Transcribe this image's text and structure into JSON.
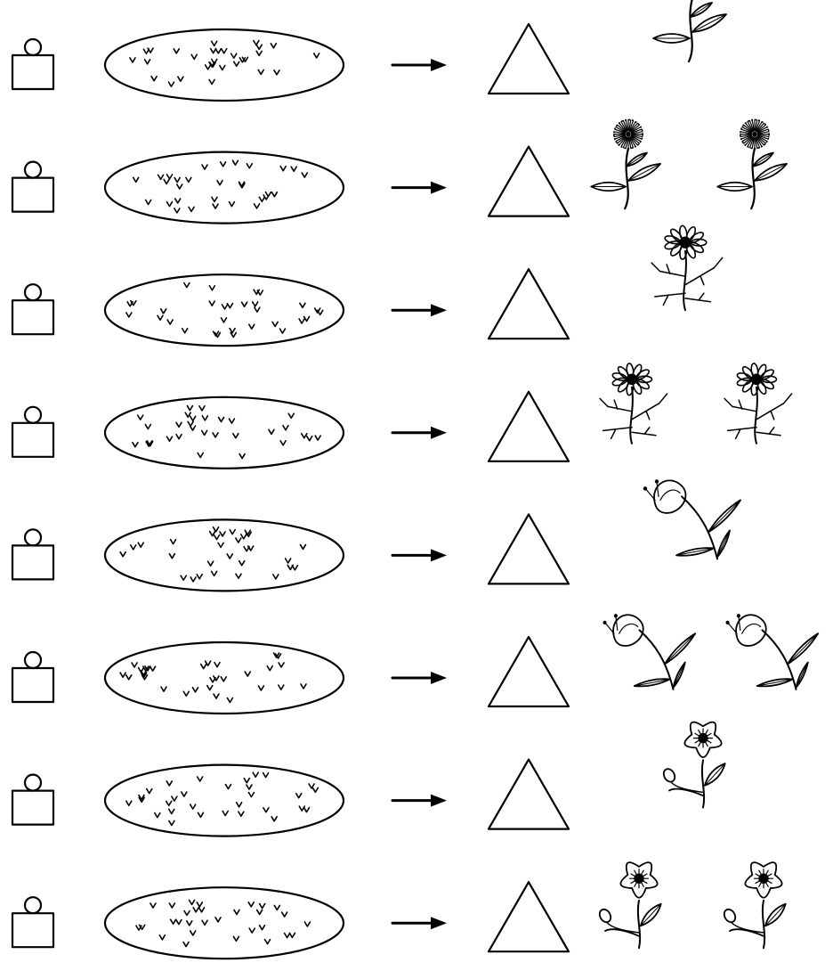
{
  "worksheet": {
    "ink_color": "#000000",
    "paper_color": "#ffffff",
    "rows": [
      {
        "flower": "dandelion-icon",
        "flower_count": 1
      },
      {
        "flower": "dandelion-icon",
        "flower_count": 2
      },
      {
        "flower": "daisy-icon",
        "flower_count": 1
      },
      {
        "flower": "daisy-icon",
        "flower_count": 2
      },
      {
        "flower": "bellflower-icon",
        "flower_count": 1
      },
      {
        "flower": "bellflower-icon",
        "flower_count": 2
      },
      {
        "flower": "poppy-icon",
        "flower_count": 1
      },
      {
        "flower": "poppy-icon",
        "flower_count": 2
      }
    ]
  }
}
